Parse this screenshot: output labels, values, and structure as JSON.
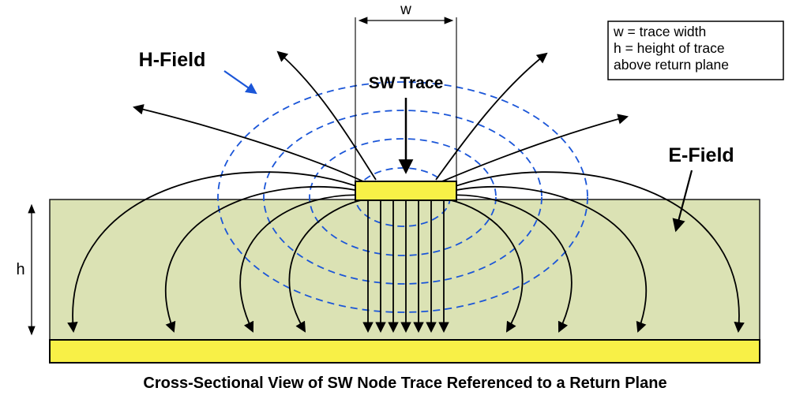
{
  "title": "Cross-Sectional View of SW Node Trace Referenced to a Return Plane",
  "labels": {
    "h_field": "H-Field",
    "e_field": "E-Field",
    "sw_trace": "SW Trace",
    "w_dim": "w",
    "h_dim": "h"
  },
  "legend": {
    "line1": "w = trace width",
    "line2": "h = height of trace",
    "line3": "above return plane"
  },
  "colors": {
    "substrate": "#dbe2b4",
    "conductor": "#f8f047",
    "h_field": "#1b56d8",
    "e_field": "#000000",
    "background": "#ffffff"
  }
}
